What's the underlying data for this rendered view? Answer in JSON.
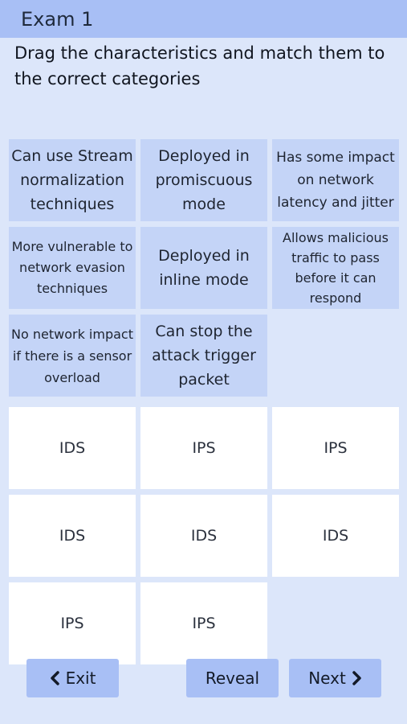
{
  "header": {
    "title": "Exam 1"
  },
  "instruction": "Drag the characteristics and match them to the correct categories",
  "characteristics": [
    "Can use Stream normalization techniques",
    "Deployed in promiscuous mode",
    "Has some impact on network latency and jitter",
    "More vulnerable to network evasion techniques",
    "Deployed in inline mode",
    "Allows malicious traffic to pass before it can respond",
    "No network impact if there is a sensor overload",
    "Can stop the attack trigger packet"
  ],
  "slots": [
    "IDS",
    "IPS",
    "IPS",
    "IDS",
    "IDS",
    "IDS",
    "IPS",
    "IPS"
  ],
  "buttons": {
    "exit": "Exit",
    "reveal": "Reveal",
    "next": "Next"
  },
  "icons": {
    "exit": "chevron-left-icon",
    "next": "chevron-right-icon"
  },
  "colors": {
    "header": "#a8bff5",
    "background": "#dce6fa",
    "card": "#c4d4f7",
    "slot": "#ffffff",
    "button": "#a8bff5"
  }
}
